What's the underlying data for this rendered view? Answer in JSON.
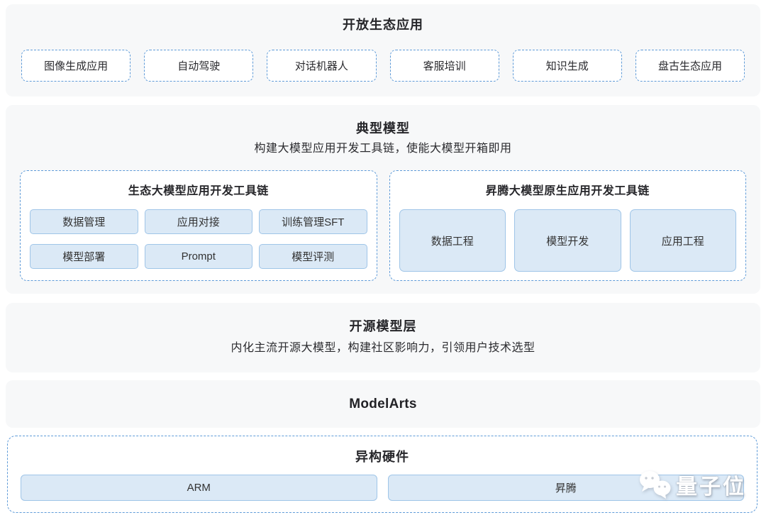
{
  "colors": {
    "panel_bg": "#f7f8f9",
    "dashed_border_blue": "#5f9bd8",
    "box_fill_blue": "#dbe9f6",
    "box_border_blue": "#9fc5e8",
    "text_dark": "#28282c",
    "watermark_white": "#ffffff"
  },
  "sections": {
    "open_eco": {
      "title": "开放生态应用",
      "apps": [
        "图像生成应用",
        "自动驾驶",
        "对话机器人",
        "客服培训",
        "知识生成",
        "盘古生态应用"
      ]
    },
    "typical_models": {
      "title": "典型模型",
      "subtitle": "构建大模型应用开发工具链，使能大模型开箱即用",
      "eco_toolchain": {
        "title": "生态大模型应用开发工具链",
        "items": [
          "数据管理",
          "应用对接",
          "训练管理SFT",
          "模型部署",
          "Prompt",
          "模型评测"
        ]
      },
      "ascend_toolchain": {
        "title": "昇腾大模型原生应用开发工具链",
        "items": [
          "数据工程",
          "模型开发",
          "应用工程"
        ]
      }
    },
    "open_source_models": {
      "title": "开源模型层",
      "subtitle": "内化主流开源大模型，构建社区影响力，引领用户技术选型"
    },
    "modelarts": {
      "title": "ModelArts"
    },
    "hardware": {
      "title": "异构硬件",
      "items": [
        "ARM",
        "昇腾"
      ]
    }
  },
  "watermark": {
    "label": "量子位",
    "icon": "wechat-bubbles-icon"
  }
}
